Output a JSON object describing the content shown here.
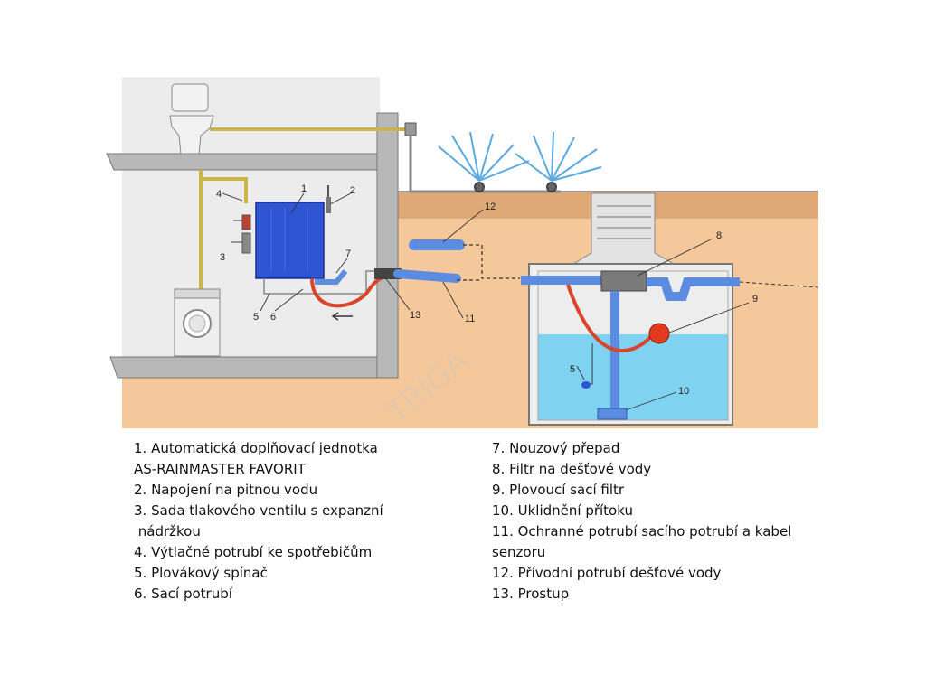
{
  "diagram": {
    "callouts": [
      "1",
      "2",
      "3",
      "4",
      "5",
      "6",
      "7",
      "8",
      "9",
      "10",
      "11",
      "12",
      "13",
      "5"
    ],
    "watermark": "TRIGA"
  },
  "legend": {
    "left": [
      "1. Automatická doplňovací jednotka",
      "AS-RAINMASTER FAVORIT",
      "2. Napojení na pitnou vodu",
      "3. Sada tlakového ventilu s expanzní",
      " nádržkou",
      "4. Výtlačné potrubí ke spotřebičům",
      "5. Plovákový spínač",
      "6. Sací potrubí"
    ],
    "right": [
      "7. Nouzový přepad",
      "8. Filtr na dešťové vody",
      "9. Plovoucí sací filtr",
      "10. Uklidnění přítoku",
      "11. Ochranné potrubí sacího potrubí a kabel",
      "senzoru",
      "12. Přívodní potrubí dešťové vody",
      "13. Prostup"
    ]
  },
  "colors": {
    "soil": "#f4c89a",
    "topsoil": "#dfa977",
    "building": "#ececec",
    "concrete": "#b8b8b8",
    "unit_blue": "#2f55d4",
    "pipe_blue": "#5b8ce0",
    "water": "#7fd3f0",
    "hose": "#d8452a",
    "potable_pipe": "#c9b64a"
  }
}
